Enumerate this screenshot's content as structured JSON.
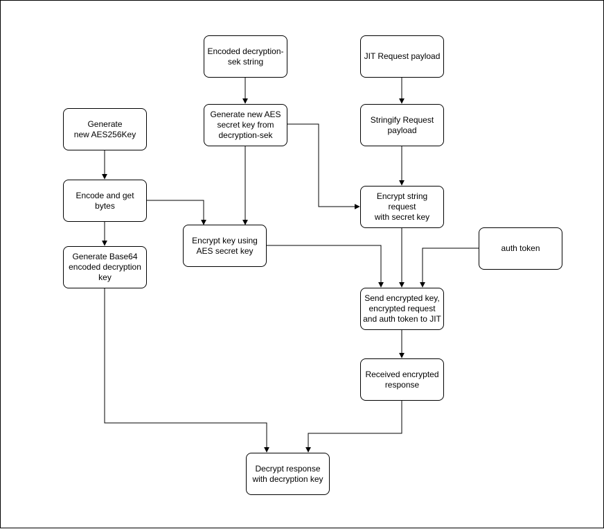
{
  "diagram": {
    "nodes": {
      "encoded_sek": "Encoded decryption-\nsek string",
      "jit_payload": "JIT Request payload",
      "generate_aes256": "Generate\nnew AES256Key",
      "generate_aes_secret": "Generate new AES\nsecret key from\ndecryption-sek",
      "stringify_payload": "Stringify Request\npayload",
      "encode_bytes": "Encode and get\nbytes",
      "encrypt_string": "Encrypt string request\nwith secret key",
      "encrypt_key": "Encrypt key using\nAES secret key",
      "auth_token": "auth token",
      "generate_base64": "Generate Base64\nencoded decryption\nkey",
      "send_jit": "Send encrypted key,\nencrypted request\nand auth token to JIT",
      "received_response": "Received encrypted\nresponse",
      "decrypt_response": "Decrypt response\nwith decryption key"
    },
    "edges": [
      {
        "from": "encoded_sek",
        "to": "generate_aes_secret"
      },
      {
        "from": "jit_payload",
        "to": "stringify_payload"
      },
      {
        "from": "generate_aes256",
        "to": "encode_bytes"
      },
      {
        "from": "generate_aes_secret",
        "to": "encrypt_key"
      },
      {
        "from": "generate_aes_secret",
        "to": "encrypt_string"
      },
      {
        "from": "stringify_payload",
        "to": "encrypt_string"
      },
      {
        "from": "encode_bytes",
        "to": "generate_base64"
      },
      {
        "from": "encode_bytes",
        "to": "encrypt_key"
      },
      {
        "from": "encrypt_string",
        "to": "send_jit"
      },
      {
        "from": "encrypt_key",
        "to": "send_jit"
      },
      {
        "from": "auth_token",
        "to": "send_jit"
      },
      {
        "from": "send_jit",
        "to": "received_response"
      },
      {
        "from": "generate_base64",
        "to": "decrypt_response"
      },
      {
        "from": "received_response",
        "to": "decrypt_response"
      }
    ]
  }
}
